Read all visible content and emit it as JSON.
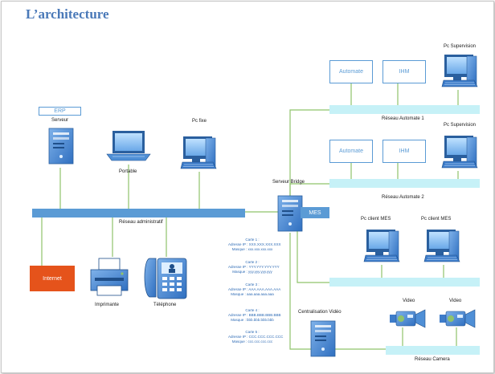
{
  "title": "L’architecture",
  "labels": {
    "erp": "ERP",
    "serveur": "Serveur",
    "portable": "Portable",
    "pc_fixe": "Pc fixe",
    "reseau_admin": "Réseau administratif",
    "internet": "Internet",
    "imprimante": "Imprimante",
    "telephone": "Téléphone",
    "serveur_bridge": "Serveur Bridge",
    "mes": "MES",
    "automate_1": "Automate",
    "ihm_1": "IHM",
    "pc_supervision_1": "Pc Supervision",
    "reseau_automate_1": "Réseau Automate 1",
    "automate_2": "Automate",
    "ihm_2": "IHM",
    "pc_supervision_2": "Pc Supervision",
    "reseau_automate_2": "Réseau Automate 2",
    "pc_client_mes_1": "Pc client MES",
    "pc_client_mes_2": "Pc client MES",
    "centralisation_video": "Centralisation Vidéo",
    "video_1": "Video",
    "video_2": "Video",
    "reseau_camera": "Réseau Camera"
  },
  "cards": [
    {
      "title": "Carte 1 :",
      "ip": "Adresse IP : XXX.XXX.XXX.XXX",
      "mask": "Masque : xxx.xxx.xxx.xxx"
    },
    {
      "title": "Carte 2 :",
      "ip": "Adresse IP : YYY.YYY.YYY.YYY",
      "mask": "Masque : yyy.yyy.yyy.yyy"
    },
    {
      "title": "Carte 3 :",
      "ip": "Adresse IP : AAA.AAA.AAA.AAA",
      "mask": "Masque : aaa.aaa.aaa.aaa"
    },
    {
      "title": "Carte 4 :",
      "ip": "Adresse IP : BBB.BBB.BBB.BBB",
      "mask": "Masque : bbb.bbb.bbb.bbb"
    },
    {
      "title": "Carte 5 :",
      "ip": "Adresse IP : CCC.CCC.CCC.CCC",
      "mask": "Masque : ccc.ccc.ccc.ccc"
    }
  ],
  "colors": {
    "title": "#4a79b8",
    "network_admin": "#5b9bd5",
    "network_cyan": "#c6f1f7",
    "link": "#8fc36b",
    "internet": "#e5531b",
    "device": "#4f8fd6"
  }
}
